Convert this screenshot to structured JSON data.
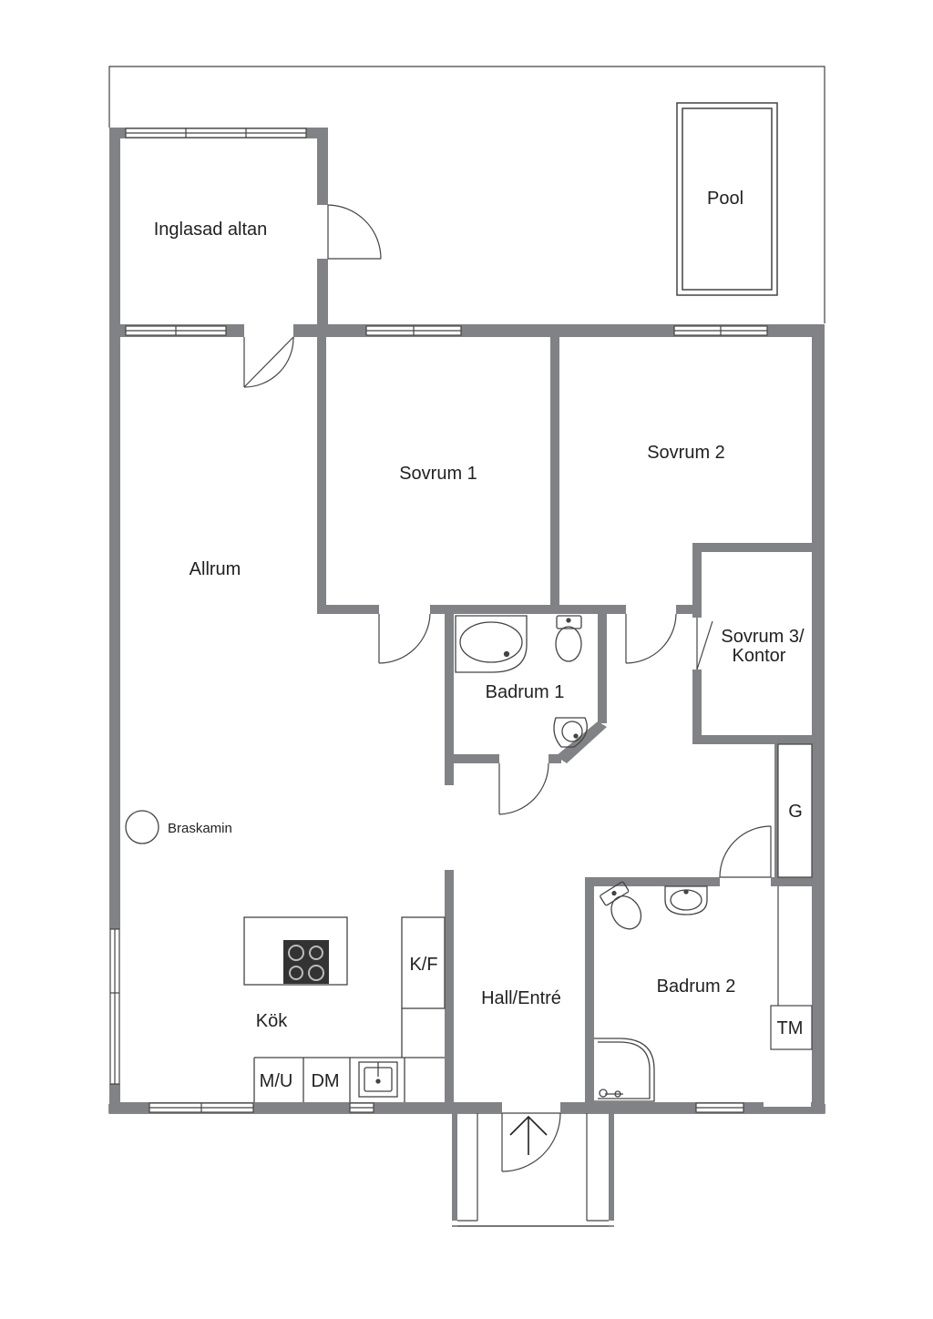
{
  "colors": {
    "wall": "#808285",
    "line": "#444444",
    "background": "#ffffff",
    "cooktop": "#333333"
  },
  "rooms": {
    "altan": "Inglasad altan",
    "pool": "Pool",
    "allrum": "Allrum",
    "sovrum1": "Sovrum 1",
    "sovrum2": "Sovrum 2",
    "sovrum3_line1": "Sovrum 3/",
    "sovrum3_line2": "Kontor",
    "badrum1": "Badrum 1",
    "badrum2": "Badrum 2",
    "hall": "Hall/Entré",
    "kok": "Kök"
  },
  "fixtures": {
    "braskamin": "Braskamin",
    "garderob": "G",
    "kyl_frys": "K/F",
    "mikro_ugn": "M/U",
    "diskmaskin": "DM",
    "tvattmaskin": "TM"
  },
  "icons": {
    "entry": "arrow-up-icon",
    "cooktop": "cooktop-icon",
    "toilet": "toilet-icon",
    "sink": "sink-icon",
    "bathtub": "bathtub-icon",
    "shower": "shower-icon",
    "fireplace": "fireplace-icon"
  }
}
